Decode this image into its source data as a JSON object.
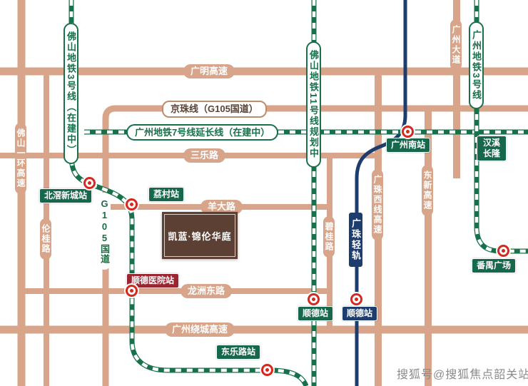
{
  "property": {
    "name": "凯蓝·锦伦华庭"
  },
  "watermark": "搜狐号@搜狐焦点韶关站",
  "metro_lines": {
    "foshan3": "佛山地铁3号线（在建中）",
    "gz7ext": "广州地铁7号线延长线（在建中）",
    "foshan11": "佛山地铁11号线规划中",
    "gz3": "广州地铁3号线",
    "light_rail": "广珠轻轨"
  },
  "roads": {
    "guangming": "广明高速",
    "jingzhu": "京珠线（G105国道）",
    "sanle": "三乐路",
    "yangda": "羊大路",
    "longzhou": "龙洲东路",
    "raocheng": "广州绕城高速",
    "foshan_ring": "佛山一环高速",
    "lungui": "伦桂路",
    "g105": "G105国道",
    "bigui": "碧桂路",
    "guangzhu_west": "广珠西线高速",
    "dongxin": "东新高速",
    "gzdadao": "广州大道"
  },
  "stations": {
    "beijiao": "北滘新城站",
    "licun": "荔村站",
    "gznan": "广州南站",
    "hanxi": "汉溪长隆",
    "panyu": "番禺广场",
    "shunde_metro": "顺德站",
    "shunde_rail": "顺德站",
    "donglelu": "东乐路站",
    "shunde_hospital": "顺德医院站"
  },
  "colors": {
    "road_tan": "#d8a48a",
    "metro_green": "#17714a",
    "light_rail_navy": "#1d3d6e",
    "station_green": "#15684b",
    "hospital_red": "#9b2531",
    "marker_red": "#d6281f",
    "property_brown": "#5d4034"
  }
}
